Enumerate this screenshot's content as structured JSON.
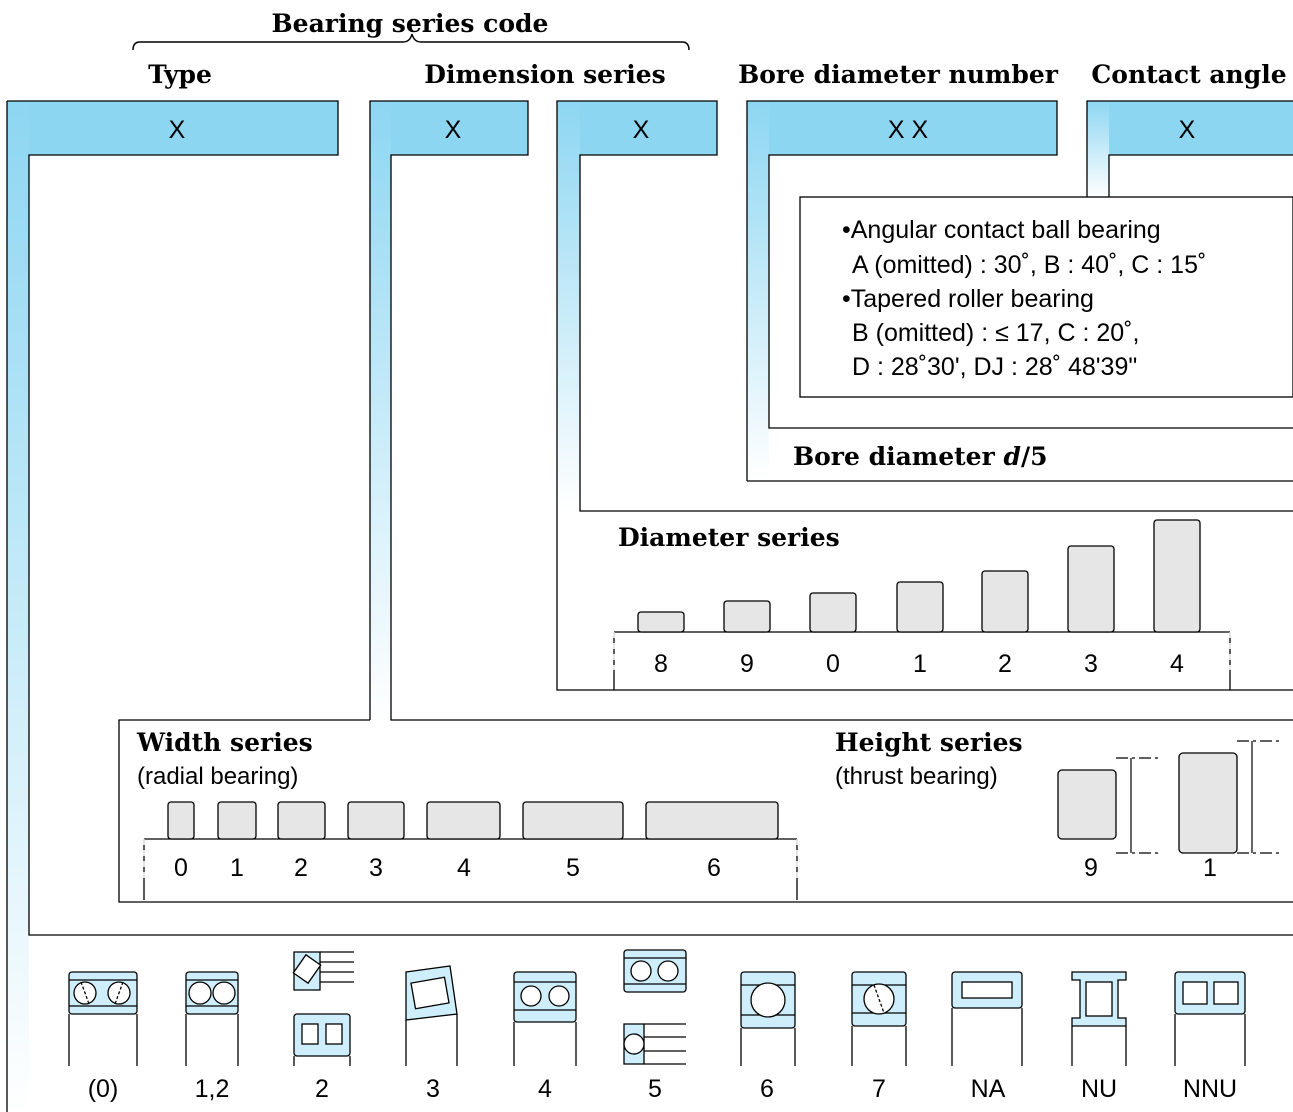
{
  "header": {
    "group_label": "Bearing series code",
    "columns": {
      "type": "Type",
      "dimension_series": "Dimension series",
      "bore_diameter_number": "Bore diameter number",
      "contact_angle": "Contact angle"
    }
  },
  "code_boxes": {
    "type": "X",
    "width_height": "X",
    "diameter": "X",
    "bore": "X X",
    "contact": "X"
  },
  "contact_angle_note": {
    "lines": [
      "•Angular contact ball bearing",
      "A (omitted) : 30˚, B : 40˚, C : 15˚",
      "•Tapered roller bearing",
      "B (omitted) : ≤ 17, C : 20˚,",
      "D : 28˚30', DJ : 28˚ 48'39\""
    ]
  },
  "bore_diameter": {
    "label_prefix": "Bore diameter ",
    "label_var": "d",
    "label_suffix": "/5"
  },
  "diameter_series": {
    "title": "Diameter series",
    "codes": [
      "8",
      "9",
      "0",
      "1",
      "2",
      "3",
      "4"
    ]
  },
  "width_series": {
    "title": "Width series",
    "subtitle": "(radial bearing)",
    "codes": [
      "0",
      "1",
      "2",
      "3",
      "4",
      "5",
      "6"
    ]
  },
  "height_series": {
    "title": "Height series",
    "subtitle": "(thrust bearing)",
    "codes": [
      "9",
      "1"
    ]
  },
  "bearing_types": {
    "codes": [
      "(0)",
      "1,2",
      "2",
      "3",
      "4",
      "5",
      "6",
      "7",
      "NA",
      "NU",
      "NNU"
    ]
  },
  "colors": {
    "accent_blue": "#8dd6f2",
    "light_blue": "#cdeefa",
    "block_gray": "#e6e6e6",
    "line": "#000000"
  }
}
